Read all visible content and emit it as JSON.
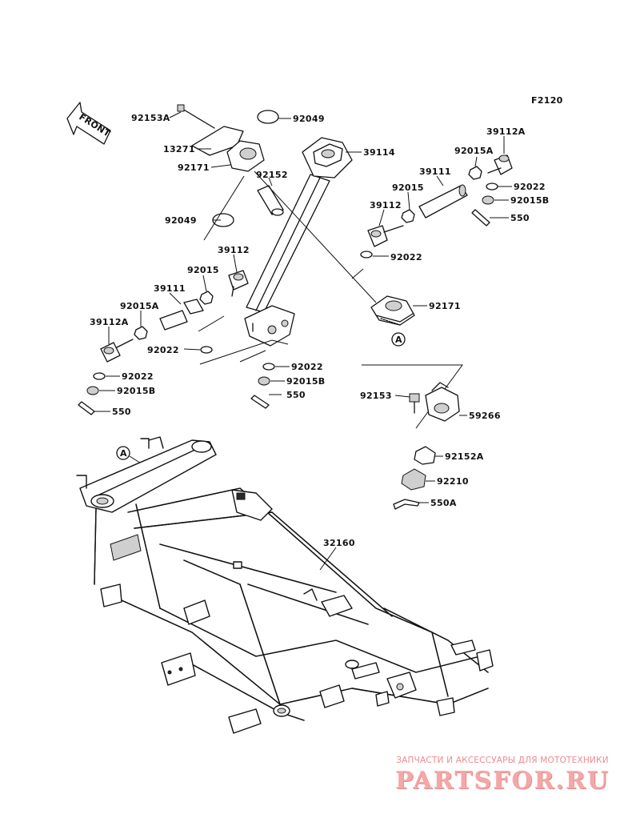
{
  "diagram": {
    "code": "F2120",
    "front_label": "FRONT",
    "callouts": [
      "A",
      "A"
    ],
    "labels": [
      {
        "id": "l1",
        "text": "92153A"
      },
      {
        "id": "l2",
        "text": "92049"
      },
      {
        "id": "l3",
        "text": "13271"
      },
      {
        "id": "l4",
        "text": "39114"
      },
      {
        "id": "l5",
        "text": "92171"
      },
      {
        "id": "l6",
        "text": "92152"
      },
      {
        "id": "l7",
        "text": "39112A"
      },
      {
        "id": "l8",
        "text": "92015A"
      },
      {
        "id": "l9",
        "text": "39111"
      },
      {
        "id": "l10",
        "text": "92022"
      },
      {
        "id": "l11",
        "text": "92015"
      },
      {
        "id": "l12",
        "text": "92015B"
      },
      {
        "id": "l13",
        "text": "39112"
      },
      {
        "id": "l14",
        "text": "550"
      },
      {
        "id": "l15",
        "text": "92049"
      },
      {
        "id": "l16",
        "text": "39112"
      },
      {
        "id": "l17",
        "text": "92022"
      },
      {
        "id": "l18",
        "text": "92015"
      },
      {
        "id": "l19",
        "text": "39111"
      },
      {
        "id": "l20",
        "text": "92171"
      },
      {
        "id": "l21",
        "text": "92015A"
      },
      {
        "id": "l22",
        "text": "39112A"
      },
      {
        "id": "l23",
        "text": "92022"
      },
      {
        "id": "l24",
        "text": "92022"
      },
      {
        "id": "l25",
        "text": "92015B"
      },
      {
        "id": "l26",
        "text": "92022"
      },
      {
        "id": "l27",
        "text": "92015B"
      },
      {
        "id": "l28",
        "text": "550"
      },
      {
        "id": "l29",
        "text": "550"
      },
      {
        "id": "l30",
        "text": "92153"
      },
      {
        "id": "l31",
        "text": "59266"
      },
      {
        "id": "l32",
        "text": "92152A"
      },
      {
        "id": "l33",
        "text": "92210"
      },
      {
        "id": "l34",
        "text": "550A"
      },
      {
        "id": "l35",
        "text": "32160"
      }
    ]
  },
  "watermark": {
    "tagline": "ЗАПЧАСТИ И АКСЕССУАРЫ ДЛЯ МОТОТЕХНИКИ",
    "logo": "PARTSFOR.RU"
  },
  "colors": {
    "ink": "#111111",
    "watermark": "#f08a8a"
  }
}
